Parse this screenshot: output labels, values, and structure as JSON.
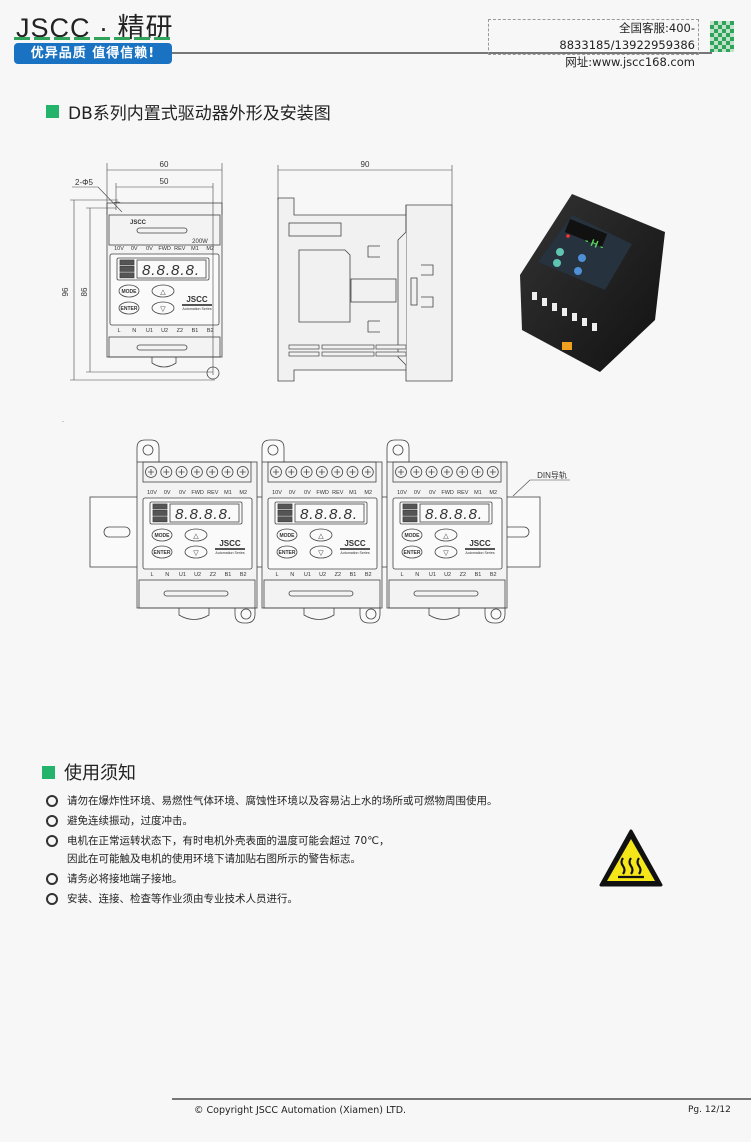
{
  "header": {
    "logo": "JSCC · 精研",
    "slogan": "优异品质 值得信赖!",
    "hotline": "全国客服:400-8833185/13922959386",
    "website": "网址:www.jscc168.com"
  },
  "section1": {
    "title": "DB系列内置式驱动器外形及安装图"
  },
  "drawing": {
    "dim_width_total": "60",
    "dim_width_holes": "50",
    "dim_hole": "2-Φ5",
    "dim_height_total": "96",
    "dim_height_holes": "86",
    "dim_depth": "90",
    "brand": "JSCC",
    "power": "200W",
    "series": "Automation Series",
    "top_terminals": [
      "10V",
      "0V",
      "0V",
      "FWD",
      "REV",
      "M1",
      "M2"
    ],
    "bottom_terminals": [
      "L",
      "N",
      "U1",
      "U2",
      "Z2",
      "B1",
      "B2"
    ],
    "btn_mode": "MODE",
    "btn_enter": "ENTER",
    "btn_up": "△",
    "btn_down": "▽",
    "digits": "8.8.8.8.",
    "din_rail_label": "DIN导轨",
    "stray_mark": "."
  },
  "section2": {
    "title": "使用须知",
    "notes": [
      "请勿在爆炸性环境、易燃性气体环境、腐蚀性环境以及容易沾上水的场所或可燃物周围使用。",
      "避免连续振动，过度冲击。",
      "电机在正常运转状态下，有时电机外壳表面的温度可能会超过 70℃，",
      "请务必将接地端子接地。",
      "安装、连接、检查等作业须由专业技术人员进行。"
    ],
    "note3_cont": "因此在可能触及电机的使用环境下请加贴右图所示的警告标志。"
  },
  "footer": {
    "copyright": "© Copyright JSCC Automation (Xiamen) LTD.",
    "page": "Pg. 12/12"
  },
  "colors": {
    "accent_green": "#23b36b",
    "slogan_blue": "#1a73c2",
    "warning_yellow": "#f5e61a"
  }
}
